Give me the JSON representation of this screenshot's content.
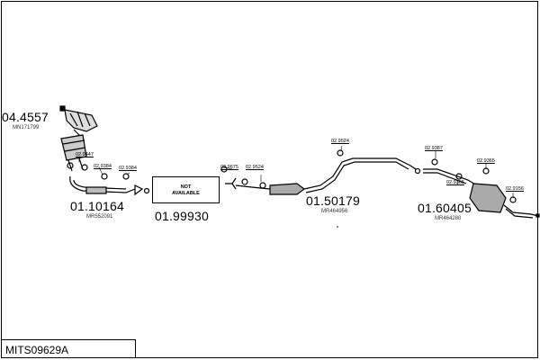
{
  "diagram": {
    "code": "MITS09629A",
    "not_available": [
      "NOT",
      "AVAILABLE"
    ],
    "groups": [
      {
        "id": "manifold",
        "number": "04.4557",
        "ref": "MN171799"
      },
      {
        "id": "frontpipe",
        "number": "01.10164",
        "ref": "MR552091"
      },
      {
        "id": "notavail",
        "number": "01.99930",
        "ref": ""
      },
      {
        "id": "mid",
        "number": "01.50179",
        "ref": "MR464956"
      },
      {
        "id": "rear",
        "number": "01.60405",
        "ref": "MR464280"
      }
    ],
    "parts": [
      "02.9447",
      "02.9384",
      "02.9384",
      "02.9675",
      "02.9524",
      "02.9524",
      "02.9387",
      "02.9365",
      "02.9365",
      "02.9156"
    ]
  }
}
